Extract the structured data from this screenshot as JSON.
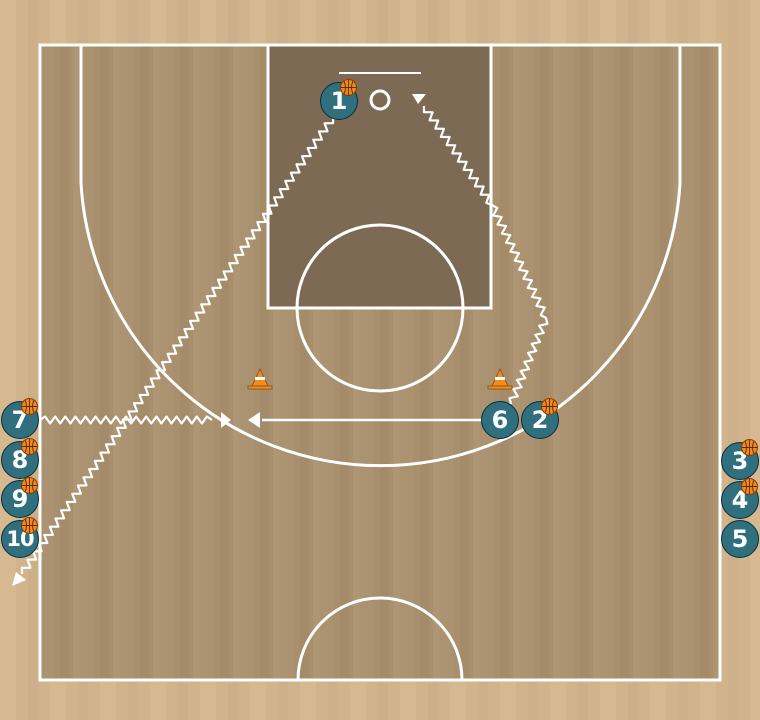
{
  "diagram": {
    "colors": {
      "floor": "#d2b48c",
      "floor_inner": "#a88f6d",
      "paint": "#7d6a55",
      "lines": "#ffffff",
      "player": "#2f6f7e",
      "ball": "#f08a1c",
      "cone": "#f28c1f"
    },
    "players": [
      {
        "id": "p1",
        "label": "1",
        "has_ball": true
      },
      {
        "id": "p2",
        "label": "2",
        "has_ball": true
      },
      {
        "id": "p3",
        "label": "3",
        "has_ball": true
      },
      {
        "id": "p4",
        "label": "4",
        "has_ball": true
      },
      {
        "id": "p5",
        "label": "5",
        "has_ball": false
      },
      {
        "id": "p6",
        "label": "6",
        "has_ball": false
      },
      {
        "id": "p7",
        "label": "7",
        "has_ball": true
      },
      {
        "id": "p8",
        "label": "8",
        "has_ball": true
      },
      {
        "id": "p9",
        "label": "9",
        "has_ball": true
      },
      {
        "id": "p10",
        "label": "10",
        "has_ball": true
      }
    ],
    "cones": 2,
    "movements": [
      {
        "id": "dribble-1-to-corner",
        "kind": "dribble"
      },
      {
        "id": "dribble-2-to-basket",
        "kind": "dribble"
      },
      {
        "id": "dribble-7-to-middle",
        "kind": "dribble"
      },
      {
        "id": "cut-6-to-middle",
        "kind": "cut"
      }
    ]
  }
}
